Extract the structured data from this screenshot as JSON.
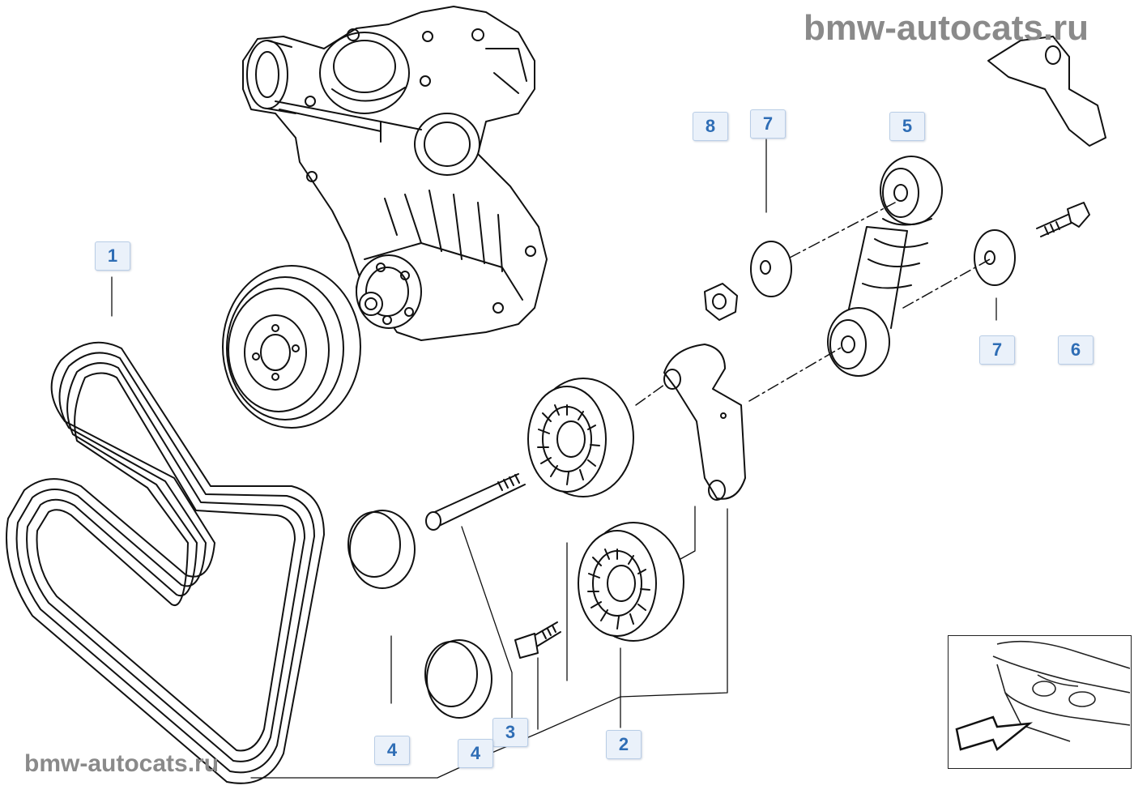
{
  "watermark_top": "bmw-autocats.ru",
  "watermark_bottom": "bmw-autocats.ru",
  "callouts": [
    {
      "id": "c1",
      "label": "1"
    },
    {
      "id": "c2",
      "label": "2"
    },
    {
      "id": "c3",
      "label": "3"
    },
    {
      "id": "c4a",
      "label": "4"
    },
    {
      "id": "c4b",
      "label": "4"
    },
    {
      "id": "c5",
      "label": "5"
    },
    {
      "id": "c6",
      "label": "6"
    },
    {
      "id": "c7a",
      "label": "7"
    },
    {
      "id": "c7b",
      "label": "7"
    },
    {
      "id": "c8",
      "label": "8"
    }
  ],
  "colors": {
    "callout_text": "#2e6db5",
    "callout_bg": "#eaf1fa",
    "watermark": "#8a8a8a",
    "line": "#111111"
  }
}
